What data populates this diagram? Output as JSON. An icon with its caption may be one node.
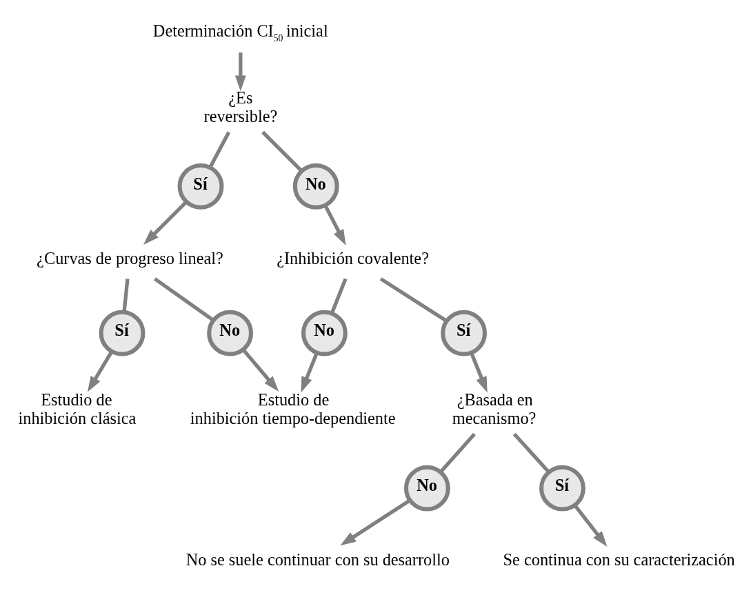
{
  "diagram": {
    "nodes": [
      {
        "text": [
          "Determinación CI$_{50}$ inicial"
        ]
      },
      {
        "text": [
          "¿Es reversible?"
        ]
      },
      {
        "text": [
          "Sí"
        ]
      },
      {
        "text": [
          "No"
        ]
      },
      {
        "text": [
          "¿Curvas de progreso lineal?"
        ]
      },
      {
        "text": [
          "¿Inhibición covalente?"
        ]
      },
      {
        "text": [
          "Sí"
        ]
      },
      {
        "text": [
          "No"
        ]
      },
      {
        "text": [
          "No"
        ]
      },
      {
        "text": [
          "Sí"
        ]
      },
      {
        "text": [
          "Estudio de inhibición clásica"
        ]
      },
      {
        "text": [
          "Estudio de inhibición tiempo-dependiente"
        ]
      },
      {
        "text": [
          "¿Basada en mecanismo?"
        ]
      },
      {
        "text": [
          "No"
        ]
      },
      {
        "text": [
          "Sí"
        ]
      },
      {
        "text": [
          "No se suele continuar con su desarrollo"
        ]
      },
      {
        "text": [
          "Se continua con su caracterización"
        ]
      }
    ],
    "edges": [
      {
        "from": 0,
        "to": 1,
        "arrow": "to"
      },
      {
        "from": 1,
        "to": 2,
        "arrow": "none"
      },
      {
        "from": 1,
        "to": 3,
        "arrow": "none"
      },
      {
        "from": 2,
        "to": 4,
        "arrow": "to"
      },
      {
        "from": 3,
        "to": 5,
        "arrow": "to"
      },
      {
        "from": 4,
        "to": 6,
        "arrow": "none"
      },
      {
        "from": 4,
        "to": 7,
        "arrow": "none"
      },
      {
        "from": 5,
        "to": 8,
        "arrow": "none"
      },
      {
        "from": 5,
        "to": 9,
        "arrow": "none"
      },
      {
        "from": 6,
        "to": 10,
        "arrow": "to"
      },
      {
        "from": 7,
        "to": 11,
        "arrow": "to"
      },
      {
        "from": 8,
        "to": 11,
        "arrow": "to"
      },
      {
        "from": 9,
        "to": 12,
        "arrow": "to"
      },
      {
        "from": 12,
        "to": 13,
        "arrow": "none"
      },
      {
        "from": 12,
        "to": 14,
        "arrow": "none"
      },
      {
        "from": 13,
        "to": 15,
        "arrow": "to"
      },
      {
        "from": 14,
        "to": 16,
        "arrow": "to"
      }
    ]
  }
}
